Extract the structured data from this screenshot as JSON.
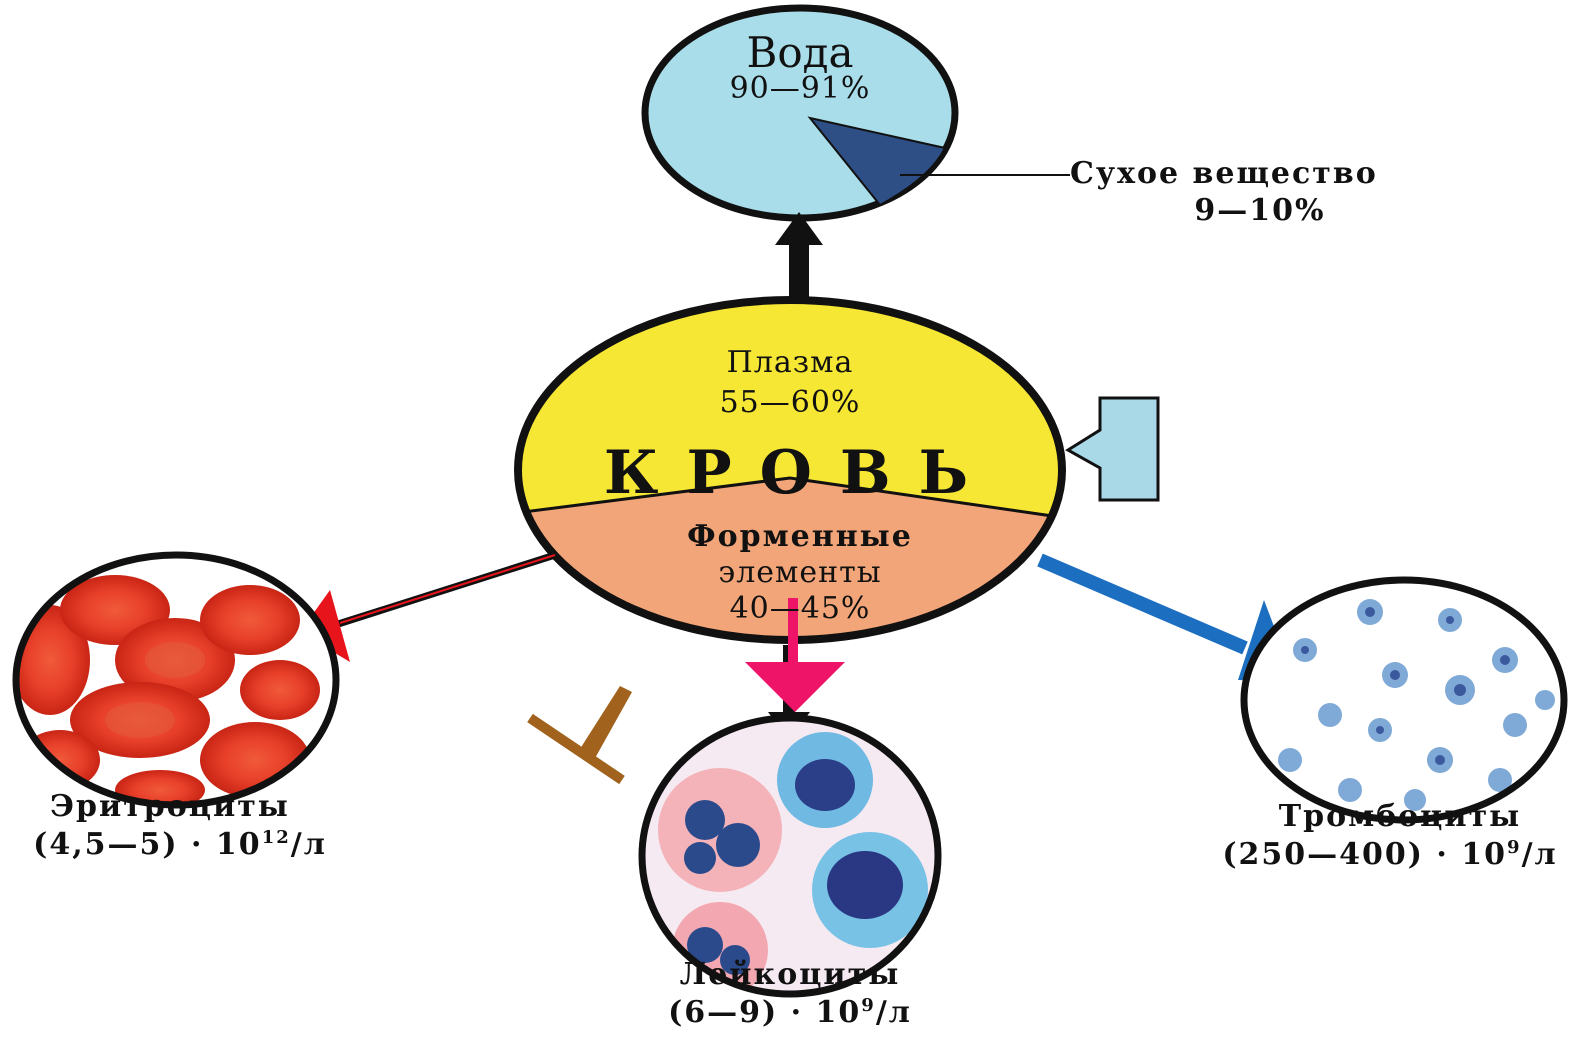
{
  "water": {
    "title": "Вода",
    "percent": "90—91%"
  },
  "dry_matter": {
    "title": "Сухое вещество",
    "percent": "9—10%"
  },
  "plasma": {
    "title": "Плазма",
    "percent": "55—60%"
  },
  "blood": {
    "title": "КРОВЬ"
  },
  "formed": {
    "line1": "Форменные",
    "line2": "элементы",
    "percent": "40—45%"
  },
  "erythrocytes": {
    "title": "Эритроциты",
    "formula": "(4,5—5) · 10",
    "exp": "12",
    "unit": "/л"
  },
  "leukocytes": {
    "title": "Лейкоциты",
    "formula": "(6—9) · 10",
    "exp": "9",
    "unit": "/л"
  },
  "platelets": {
    "title": "Тромбоциты",
    "formula": "(250—400) · 10",
    "exp": "9",
    "unit": "/л"
  },
  "colors": {
    "water": "#a8dde9",
    "water_slice": "#2e4f86",
    "plasma": "#f6e735",
    "formed": "#f2a578",
    "red_arrow": "#e8141c",
    "pink_arrow": "#ee1467",
    "blue_arrow": "#1c6fc0",
    "outline": "#111111"
  }
}
